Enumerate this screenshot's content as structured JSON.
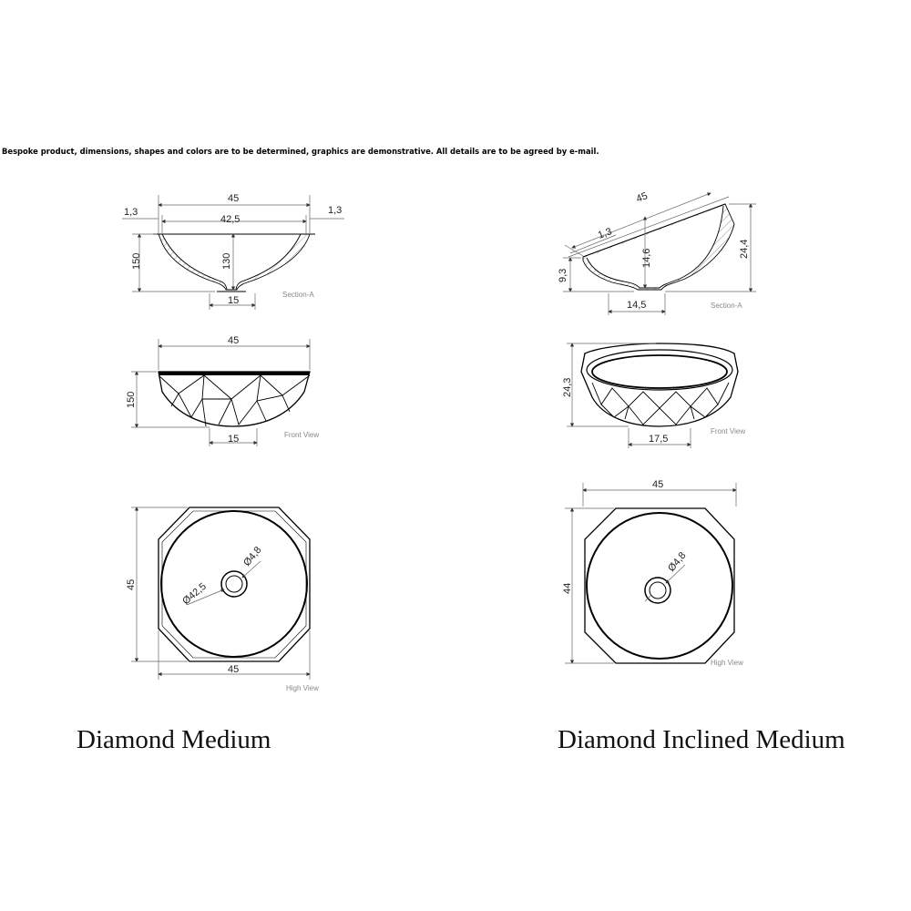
{
  "disclaimer": "Bespoke product, dimensions, shapes and colors are to be determined, graphics are demonstrative. All details are to be agreed by e-mail.",
  "products": [
    {
      "name": "Diamond Medium",
      "section": {
        "label": "Section-A",
        "width": "45",
        "inner_width": "42,5",
        "rim_left": "1,3",
        "rim_right": "1,3",
        "height": "150",
        "inner_height": "130",
        "base": "15"
      },
      "front": {
        "label": "Front View",
        "width": "45",
        "height": "150",
        "base": "15"
      },
      "top": {
        "label": "High View",
        "width_top": "",
        "width": "45",
        "height": "45",
        "outer_dia": "Ø42,5",
        "drain_dia": "Ø4,8"
      }
    },
    {
      "name": "Diamond Inclined Medium",
      "section": {
        "label": "Section-A",
        "width": "45",
        "rim": "1,3",
        "height": "24,4",
        "inner_height": "14,6",
        "low_height": "9,3",
        "base": "14,5"
      },
      "front": {
        "label": "Front View",
        "height": "24,3",
        "base": "17,5"
      },
      "top": {
        "label": "High View",
        "width": "45",
        "height": "44",
        "drain_dia": "Ø4,8"
      }
    }
  ]
}
